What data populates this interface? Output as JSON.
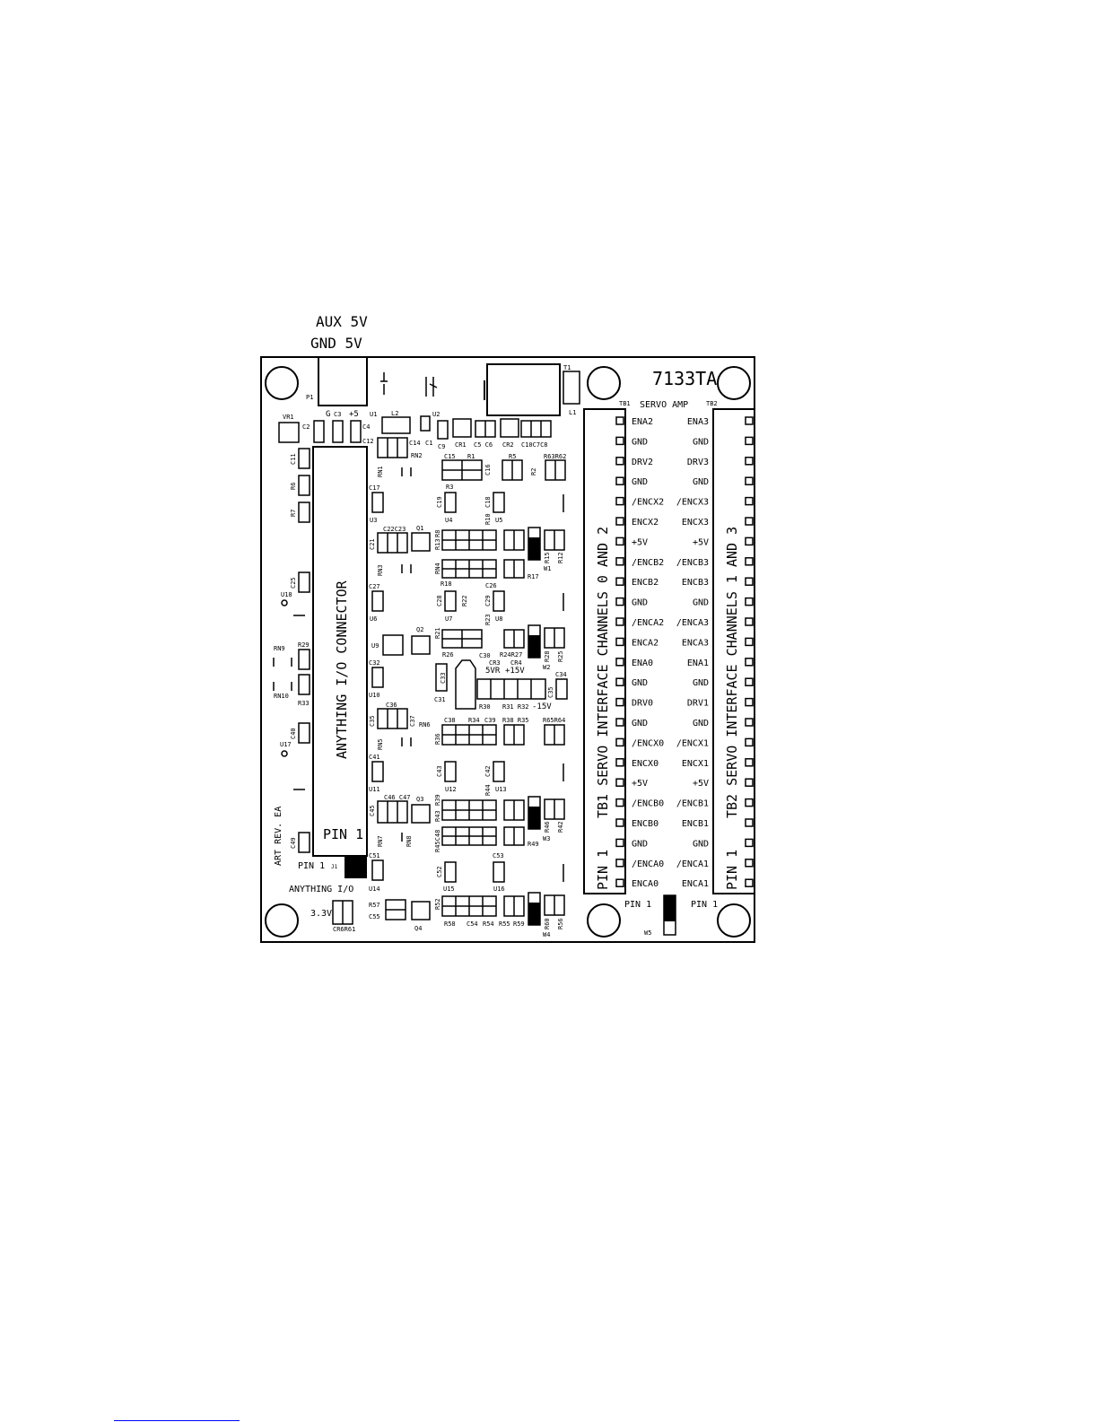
{
  "header": {
    "aux": "AUX 5V",
    "gnd_5v": "GND 5V"
  },
  "board": {
    "part_number": "7133TA",
    "servo_amp": "SERVO AMP",
    "connector_title": "ANYTHING I/O CONNECTOR",
    "art_rev": "ART REV. EA",
    "anything_io": "ANYTHING I/O",
    "v33": "3.3V",
    "pin1": "PIN 1",
    "pin1_conn": "PIN 1",
    "tb1_label": "TB1 SERVO INTERFACE CHANNELS 0 AND 2",
    "tb2_label": "TB2 SERVO INTERFACE CHANNELS 1 AND 3",
    "tb1_ref": "TB1",
    "tb2_ref": "TB2",
    "jumper_label": "W5",
    "power_labels": {
      "g": "G",
      "c3": "C3",
      "p5": "+5"
    }
  },
  "tb1_pins": [
    "ENA2",
    "GND",
    "DRV2",
    "GND",
    "/ENCX2",
    "ENCX2",
    "+5V",
    "/ENCB2",
    "ENCB2",
    "GND",
    "/ENCA2",
    "ENCA2",
    "ENA0",
    "GND",
    "DRV0",
    "GND",
    "/ENCX0",
    "ENCX0",
    "+5V",
    "/ENCB0",
    "ENCB0",
    "GND",
    "/ENCA0",
    "ENCA0"
  ],
  "tb2_pins": [
    "ENA3",
    "GND",
    "DRV3",
    "GND",
    "/ENCX3",
    "ENCX3",
    "+5V",
    "/ENCB3",
    "ENCB3",
    "GND",
    "/ENCA3",
    "ENCA3",
    "ENA1",
    "GND",
    "DRV1",
    "GND",
    "/ENCX1",
    "ENCX1",
    "+5V",
    "/ENCB1",
    "ENCB1",
    "GND",
    "/ENCA1",
    "ENCA1"
  ],
  "refdes": {
    "p1": "P1",
    "u1": "U1",
    "l2": "L2",
    "u2": "U2",
    "t1": "T1",
    "l1": "L1",
    "vr1": "VR1",
    "c2": "C2",
    "c4": "C4",
    "c12": "C12",
    "c14": "C14",
    "c1": "C1",
    "c9": "C9",
    "cr1": "CR1",
    "c5c6": "C5 C6",
    "cr2": "CR2",
    "c10c7c8": "C10C7C8",
    "rn2": "RN2",
    "rn1": "RN1",
    "c15": "C15",
    "r1": "R1",
    "c16": "C16",
    "r5": "R5",
    "r2": "R2",
    "r63r62": "R63R62",
    "c11": "C11",
    "r6": "R6",
    "r7": "R7",
    "c17": "C17",
    "u3": "U3",
    "r3": "R3",
    "c19": "C19",
    "u4": "U4",
    "c18": "C18",
    "r10": "R10",
    "u5": "U5",
    "c22c23": "C22C23",
    "q1": "Q1",
    "c21": "C21",
    "r8": "R8",
    "r13": "R13",
    "w1": "W1",
    "r15": "R15",
    "r12": "R12",
    "rn3": "RN3",
    "rn4": "RN4",
    "r17": "R17",
    "c25": "C25",
    "u18": "U18",
    "c27": "C27",
    "u6": "U6",
    "r18": "R18",
    "c28": "C28",
    "r22": "R22",
    "u7": "U7",
    "c26": "C26",
    "c29": "C29",
    "r23": "R23",
    "u8": "U8",
    "u9": "U9",
    "q2": "Q2",
    "r21": "R21",
    "r26": "R26",
    "c30": "C30",
    "r24r27": "R24R27",
    "w2": "W2",
    "r28": "R28",
    "r25": "R25",
    "rn9": "RN9",
    "r29": "R29",
    "rn10": "RN10",
    "r33": "R33",
    "c32": "C32",
    "u10": "U10",
    "c33": "C33",
    "c31": "C31",
    "cr3": "CR3",
    "cr4": "CR4",
    "v5r": "5VR",
    "p15v": "+15V",
    "c34": "C34",
    "c35b": "C35",
    "r30": "R30",
    "r31r32": "R31 R32",
    "m15v": "-15V",
    "c35": "C35",
    "c36": "C36",
    "c37": "C37",
    "rn6": "RN6",
    "rn5": "RN5",
    "c38": "C38",
    "r34": "R34",
    "c39": "C39",
    "r38r35": "R38 R35",
    "r65r64": "R65R64",
    "r36": "R36",
    "c40": "C40",
    "u17": "U17",
    "c41": "C41",
    "u11": "U11",
    "c43": "C43",
    "u12": "U12",
    "r44": "R44",
    "c42": "C42",
    "u13": "U13",
    "c45": "C45",
    "c46c47": "C46 C47",
    "q3": "Q3",
    "r39": "R39",
    "r43": "R43",
    "w3": "W3",
    "r46": "R46",
    "r42": "R42",
    "rn7": "RN7",
    "rn8": "RN8",
    "r45c48": "R45C48",
    "r49": "R49",
    "c49": "C49",
    "c51": "C51",
    "u14": "U14",
    "j1": "J1",
    "c52": "C52",
    "u15": "U15",
    "c53": "C53",
    "u16": "U16",
    "r57": "R57",
    "c55": "C55",
    "q4": "Q4",
    "r52": "R52",
    "r58": "R58",
    "c54": "C54",
    "r54": "R54",
    "r55": "R55",
    "r59": "R59",
    "w4": "W4",
    "r60": "R60",
    "r56": "R56",
    "cr6r61": "CR6R61"
  }
}
